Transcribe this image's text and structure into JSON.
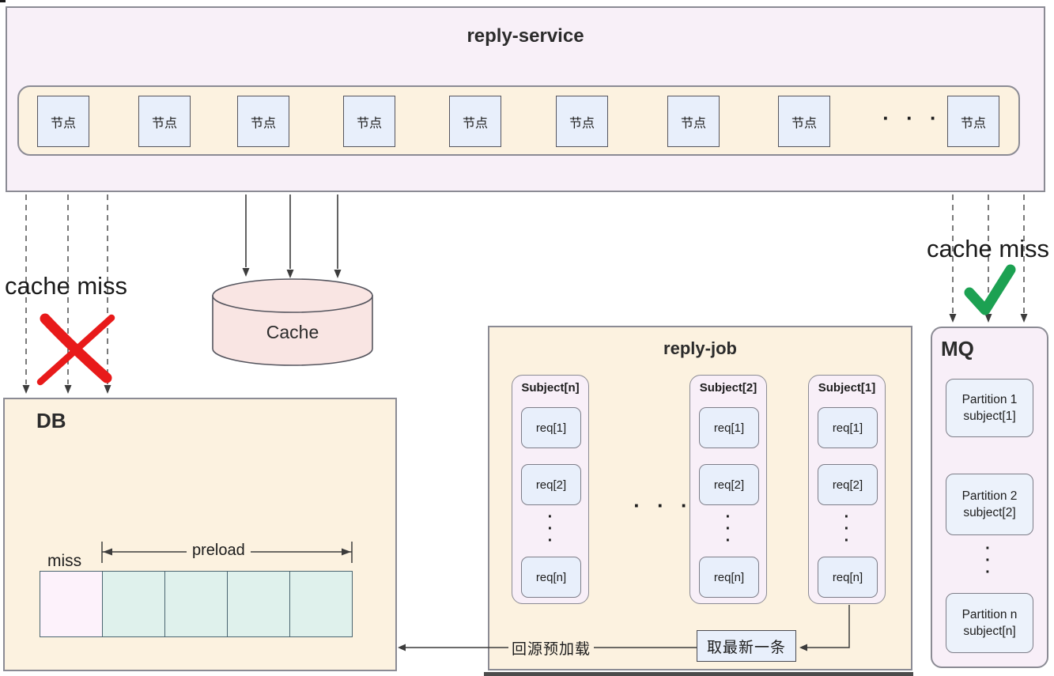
{
  "reply_service": {
    "title": "reply-service",
    "node_label": "节点",
    "ellipsis": "· · ·"
  },
  "cache": {
    "label": "Cache"
  },
  "annotations": {
    "cache_miss_left": "cache miss",
    "cache_miss_right": "cache miss"
  },
  "db": {
    "title": "DB",
    "miss_label": "miss",
    "preload_label": "preload"
  },
  "reply_job": {
    "title": "reply-job",
    "ellipsis": "· · ·",
    "vdots": "·\n·\n·",
    "subjects": [
      {
        "label": "Subject[n]",
        "req1": "req[1]",
        "req2": "req[2]",
        "reqn": "req[n]"
      },
      {
        "label": "Subject[2]",
        "req1": "req[1]",
        "req2": "req[2]",
        "reqn": "req[n]"
      },
      {
        "label": "Subject[1]",
        "req1": "req[1]",
        "req2": "req[2]",
        "reqn": "req[n]"
      }
    ],
    "take_latest": "取最新一条",
    "back_to_source": "回源预加载"
  },
  "mq": {
    "title": "MQ",
    "vdots": "·\n·\n·",
    "partitions": [
      {
        "line1": "Partition 1",
        "line2": "subject[1]"
      },
      {
        "line1": "Partition 2",
        "line2": "subject[2]"
      },
      {
        "line1": "Partition n",
        "line2": "subject[n]"
      }
    ]
  },
  "colors": {
    "panel_pink": "#f8f0f8",
    "panel_cream": "#fcf2e0",
    "node_blue": "#e8effb",
    "cache_cylinder_pink": "#f9e5e3",
    "db_cell_pink": "#fdf2fb",
    "db_cell_teal": "#dff1ec",
    "partition_blue": "#ecf2fb",
    "cross_red": "#e81a1a",
    "check_green": "#1ca152",
    "border_gray": "#8b8b94",
    "line_dark": "#3c3c3c"
  }
}
